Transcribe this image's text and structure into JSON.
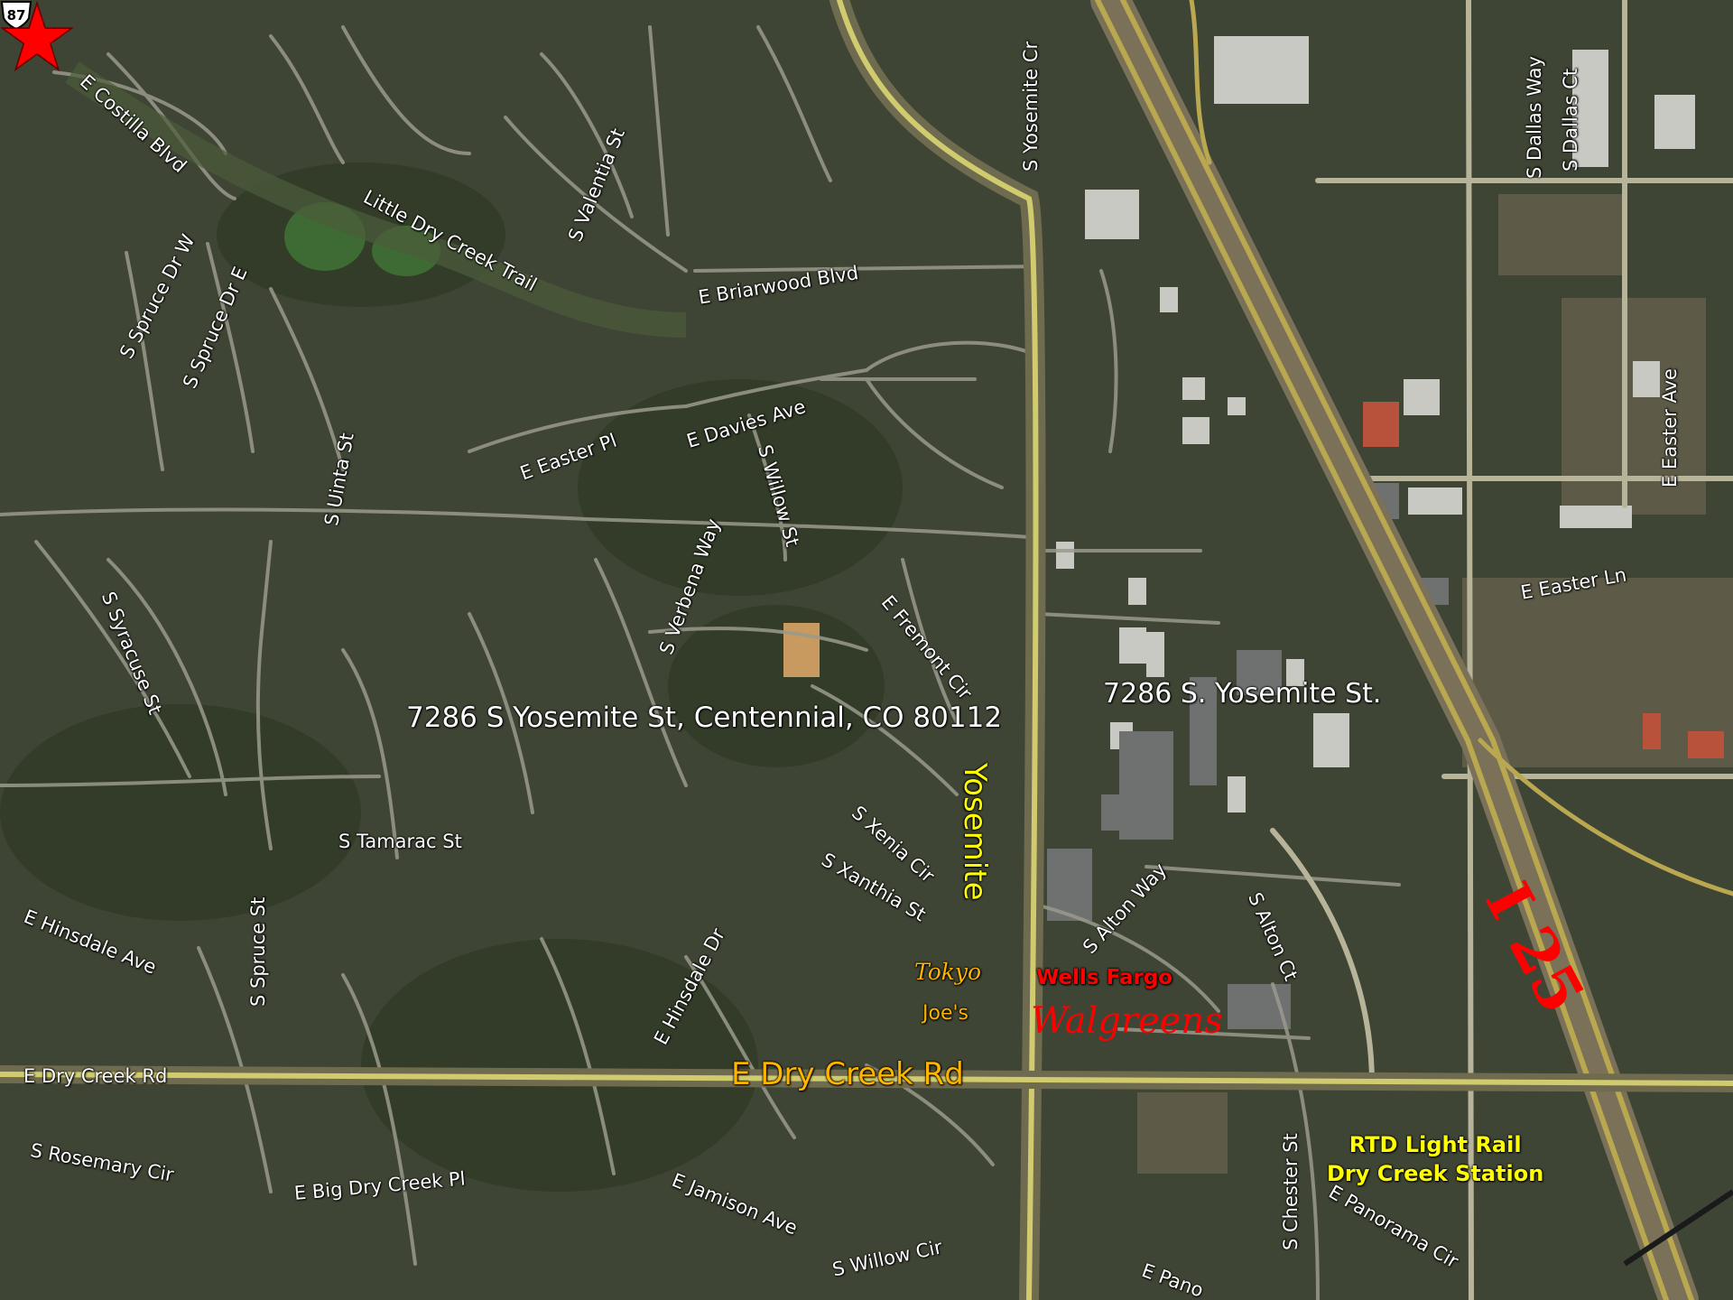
{
  "colors": {
    "background": "#3f4535",
    "main_road": "#cfcb6e",
    "highway": "#b9a84f",
    "minor_road": "#9a9a8c",
    "star": "#ff0000",
    "highway_label": "#ff0000",
    "business_orange": "#ffb400",
    "business_red": "#ff0000",
    "rtd_label": "#ffff00",
    "label_white": "#ffffff"
  },
  "icons": {
    "location_marker": "red-star-icon",
    "route_shield": "us-route-shield-icon"
  },
  "map": {
    "address_full": "7286 S Yosemite St, Centennial, CO 80112",
    "address_short": "7286 S. Yosemite St.",
    "main_roads": {
      "yosemite": "Yosemite",
      "dry_creek": "E Dry Creek Rd"
    },
    "highway": {
      "i25": "I 25",
      "us87": "87"
    },
    "streets": {
      "costilla": "E Costilla Blvd",
      "little_dry_creek": "Little Dry Creek Trail",
      "valentia": "S Valentia St",
      "yosemite_cir": "S Yosemite Cr",
      "briarwood": "E Briarwood Blvd",
      "spruce_w": "S Spruce Dr W",
      "spruce_e": "S Spruce Dr E",
      "davies": "E Davies Ave",
      "easter_pl": "E Easter Pl",
      "uinta": "S Uinta St",
      "willow": "S Willow St",
      "syracuse": "S Syracuse St",
      "verbena": "S Verbena Way",
      "fremont": "E Fremont Cir",
      "dallas_way": "S Dallas Way",
      "dallas_ct": "S Dallas Ct",
      "easter_ave": "E Easter Ave",
      "easter_ln": "E Easter Ln",
      "tamarac": "S Tamarac St",
      "xenia": "S Xenia Cir",
      "xanthia": "S Xanthia St",
      "alton_way": "S Alton Way",
      "alton_ct": "S Alton Ct",
      "hinsdale_ave": "E Hinsdale Ave",
      "spruce_st": "S Spruce St",
      "hinsdale_dr": "E Hinsdale Dr",
      "dry_creek_small": "E Dry Creek Rd",
      "rosemary": "S Rosemary Cir",
      "big_dry_creek": "E Big Dry Creek Pl",
      "jamison": "E Jamison Ave",
      "willow_cir": "S Willow Cir",
      "chester": "S Chester St",
      "panorama_cir": "E Panorama Cir",
      "panorama": "E Pano"
    },
    "businesses": {
      "tokyo": "Tokyo",
      "joes": "Joe's",
      "wells_fargo": "Wells Fargo",
      "walgreens": "Walgreens"
    },
    "rtd": {
      "line1": "RTD Light Rail",
      "line2": "Dry Creek Station"
    }
  }
}
